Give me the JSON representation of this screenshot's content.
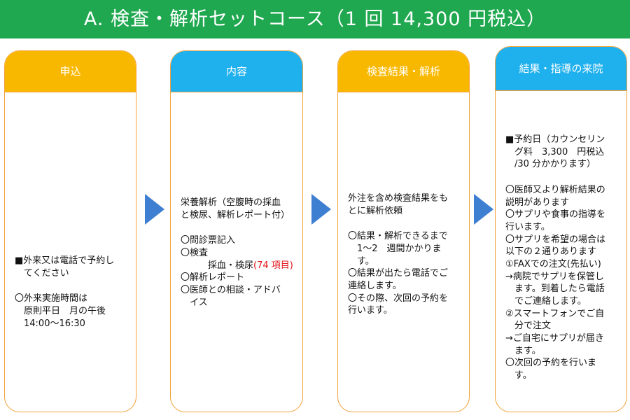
{
  "title": "A. 検査・解析セットコース（1 回 14,300 円税込）",
  "colors": {
    "title_bg": "#1fa84f",
    "head_orange": "#f9b800",
    "head_blue": "#1fb0ee",
    "arrow": "#3f7fd2",
    "border": "#f2a23a"
  },
  "steps": [
    {
      "header": "申込",
      "lines": [
        "■外来又は電話で予約し\n　てください",
        "",
        "〇外来実施時間は\n　原則平日　月の午後\n　14:00〜16:30"
      ]
    },
    {
      "header": "内容",
      "lines": [
        "栄養解析（空腹時の採血\nと検尿、解析レポート付）",
        "",
        "〇問診票記入\n〇検査",
        "　　　採血・検尿",
        "〇解析レポート\n〇医師との相談・アドバ\n　イス"
      ],
      "highlight": "(74 項目)"
    },
    {
      "header": "検査結果・解析",
      "lines": [
        "外注を含め検査結果をも\nとに解析依頼",
        "",
        "〇結果・解析できるまで\n　1〜2　週間かかりま\n　す。\n〇結果が出たら電話でご\n連絡します。\n〇その際、次回の予約を\n行います。"
      ]
    },
    {
      "header": "結果・指導の来院",
      "lines": [
        "■予約日（カウンセリン\n　グ料　3,300　円税込\n　/30 分かかります）",
        "",
        "〇医師又より解析結果の\n説明があります\n〇サプリや食事の指導を\n行います。\n〇サプリを希望の場合は\n以下の２通りあります\n①FAXでの注文(先払い)\n→病院でサプリを保管し\n　ます。到着したら電話\n　でご連絡します。\n②スマートフォンでご自\n　分で注文\n→ご自宅にサプリが届き\n　ます。\n〇次回の予約を行いま\n　す。"
      ]
    }
  ]
}
